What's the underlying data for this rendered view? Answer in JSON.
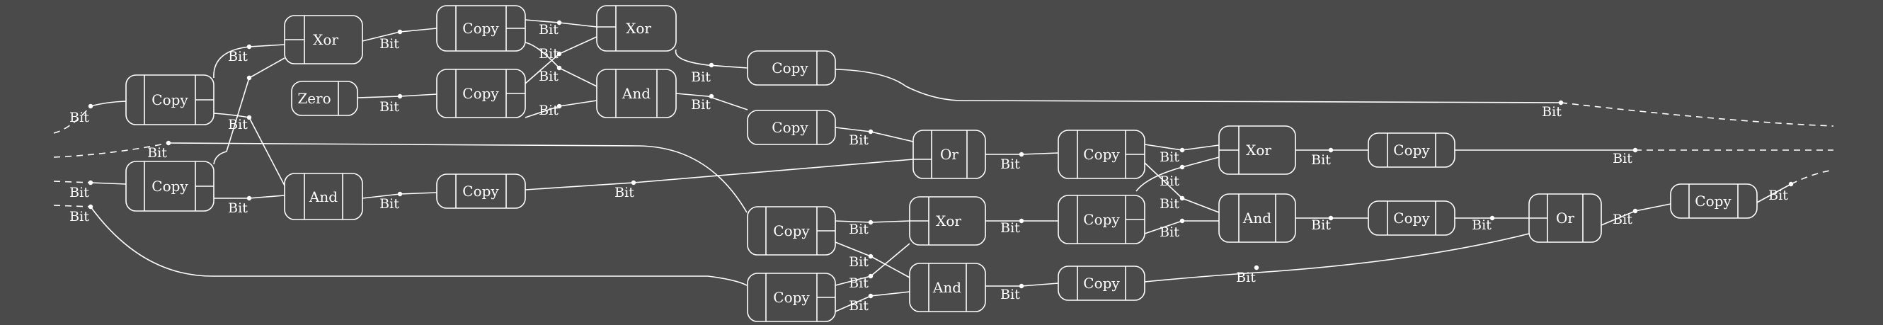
{
  "background_color": "#4a4a4a",
  "stroke_color": "#ffffff",
  "wire_label": "Bit",
  "gates": [
    {
      "id": "copy_a",
      "label": "Copy"
    },
    {
      "id": "copy_b",
      "label": "Copy"
    },
    {
      "id": "xor_1",
      "label": "Xor"
    },
    {
      "id": "and_1",
      "label": "And"
    },
    {
      "id": "zero",
      "label": "Zero"
    },
    {
      "id": "copy_c",
      "label": "Copy"
    },
    {
      "id": "copy_d",
      "label": "Copy"
    },
    {
      "id": "copy_e",
      "label": "Copy"
    },
    {
      "id": "xor_2",
      "label": "Xor"
    },
    {
      "id": "and_2",
      "label": "And"
    },
    {
      "id": "copy_f",
      "label": "Copy"
    },
    {
      "id": "copy_g",
      "label": "Copy"
    },
    {
      "id": "or_1",
      "label": "Or"
    },
    {
      "id": "copy_h",
      "label": "Copy"
    },
    {
      "id": "copy_i",
      "label": "Copy"
    },
    {
      "id": "xor_3",
      "label": "Xor"
    },
    {
      "id": "and_3",
      "label": "And"
    },
    {
      "id": "copy_j",
      "label": "Copy"
    },
    {
      "id": "copy_k",
      "label": "Copy"
    },
    {
      "id": "copy_l",
      "label": "Copy"
    },
    {
      "id": "xor_4",
      "label": "Xor"
    },
    {
      "id": "and_4",
      "label": "And"
    },
    {
      "id": "copy_m",
      "label": "Copy"
    },
    {
      "id": "copy_n",
      "label": "Copy"
    },
    {
      "id": "or_2",
      "label": "Or"
    },
    {
      "id": "copy_o",
      "label": "Copy"
    }
  ]
}
